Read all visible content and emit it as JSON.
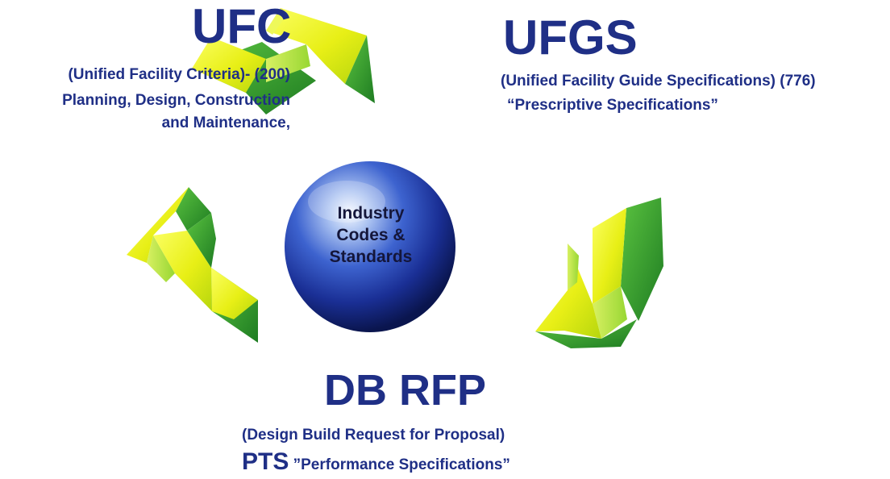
{
  "ufc": {
    "title": "UFC",
    "line1": "(Unified Facility Criteria)- (200)",
    "line2": "Planning, Design, Construction",
    "line3": "and Maintenance,"
  },
  "ufgs": {
    "title": "UFGS",
    "line1": "(Unified Facility Guide Specifications) (776)",
    "line2": "“Prescriptive Specifications”"
  },
  "center": {
    "line1": "Industry",
    "line2": "Codes &",
    "line3": "Standards"
  },
  "dbrfp": {
    "title": "DB RFP",
    "line1": "(Design Build  Request for Proposal)",
    "pts_label": "PTS",
    "pts_text": " ”Performance Specifications”"
  },
  "colors": {
    "text": "#1f2f86",
    "arrow_yellow": "#f2f51a",
    "arrow_green": "#2f9a2a",
    "sphere": "#1f3ea6"
  }
}
